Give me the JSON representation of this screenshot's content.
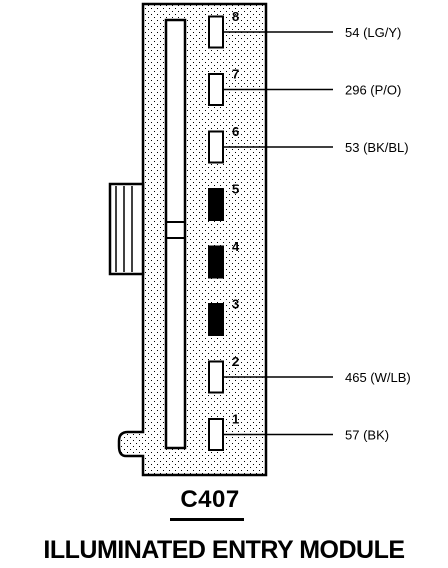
{
  "connector": {
    "id": "C407",
    "module_name": "ILLUMINATED ENTRY MODULE"
  },
  "pins": [
    {
      "number": "8",
      "filled": false,
      "wire": "54 (LG/Y)"
    },
    {
      "number": "7",
      "filled": false,
      "wire": "296 (P/O)"
    },
    {
      "number": "6",
      "filled": false,
      "wire": "53 (BK/BL)"
    },
    {
      "number": "5",
      "filled": true,
      "wire": ""
    },
    {
      "number": "4",
      "filled": true,
      "wire": ""
    },
    {
      "number": "3",
      "filled": true,
      "wire": ""
    },
    {
      "number": "2",
      "filled": false,
      "wire": "465 (W/LB)"
    },
    {
      "number": "1",
      "filled": false,
      "wire": "57 (BK)"
    }
  ]
}
